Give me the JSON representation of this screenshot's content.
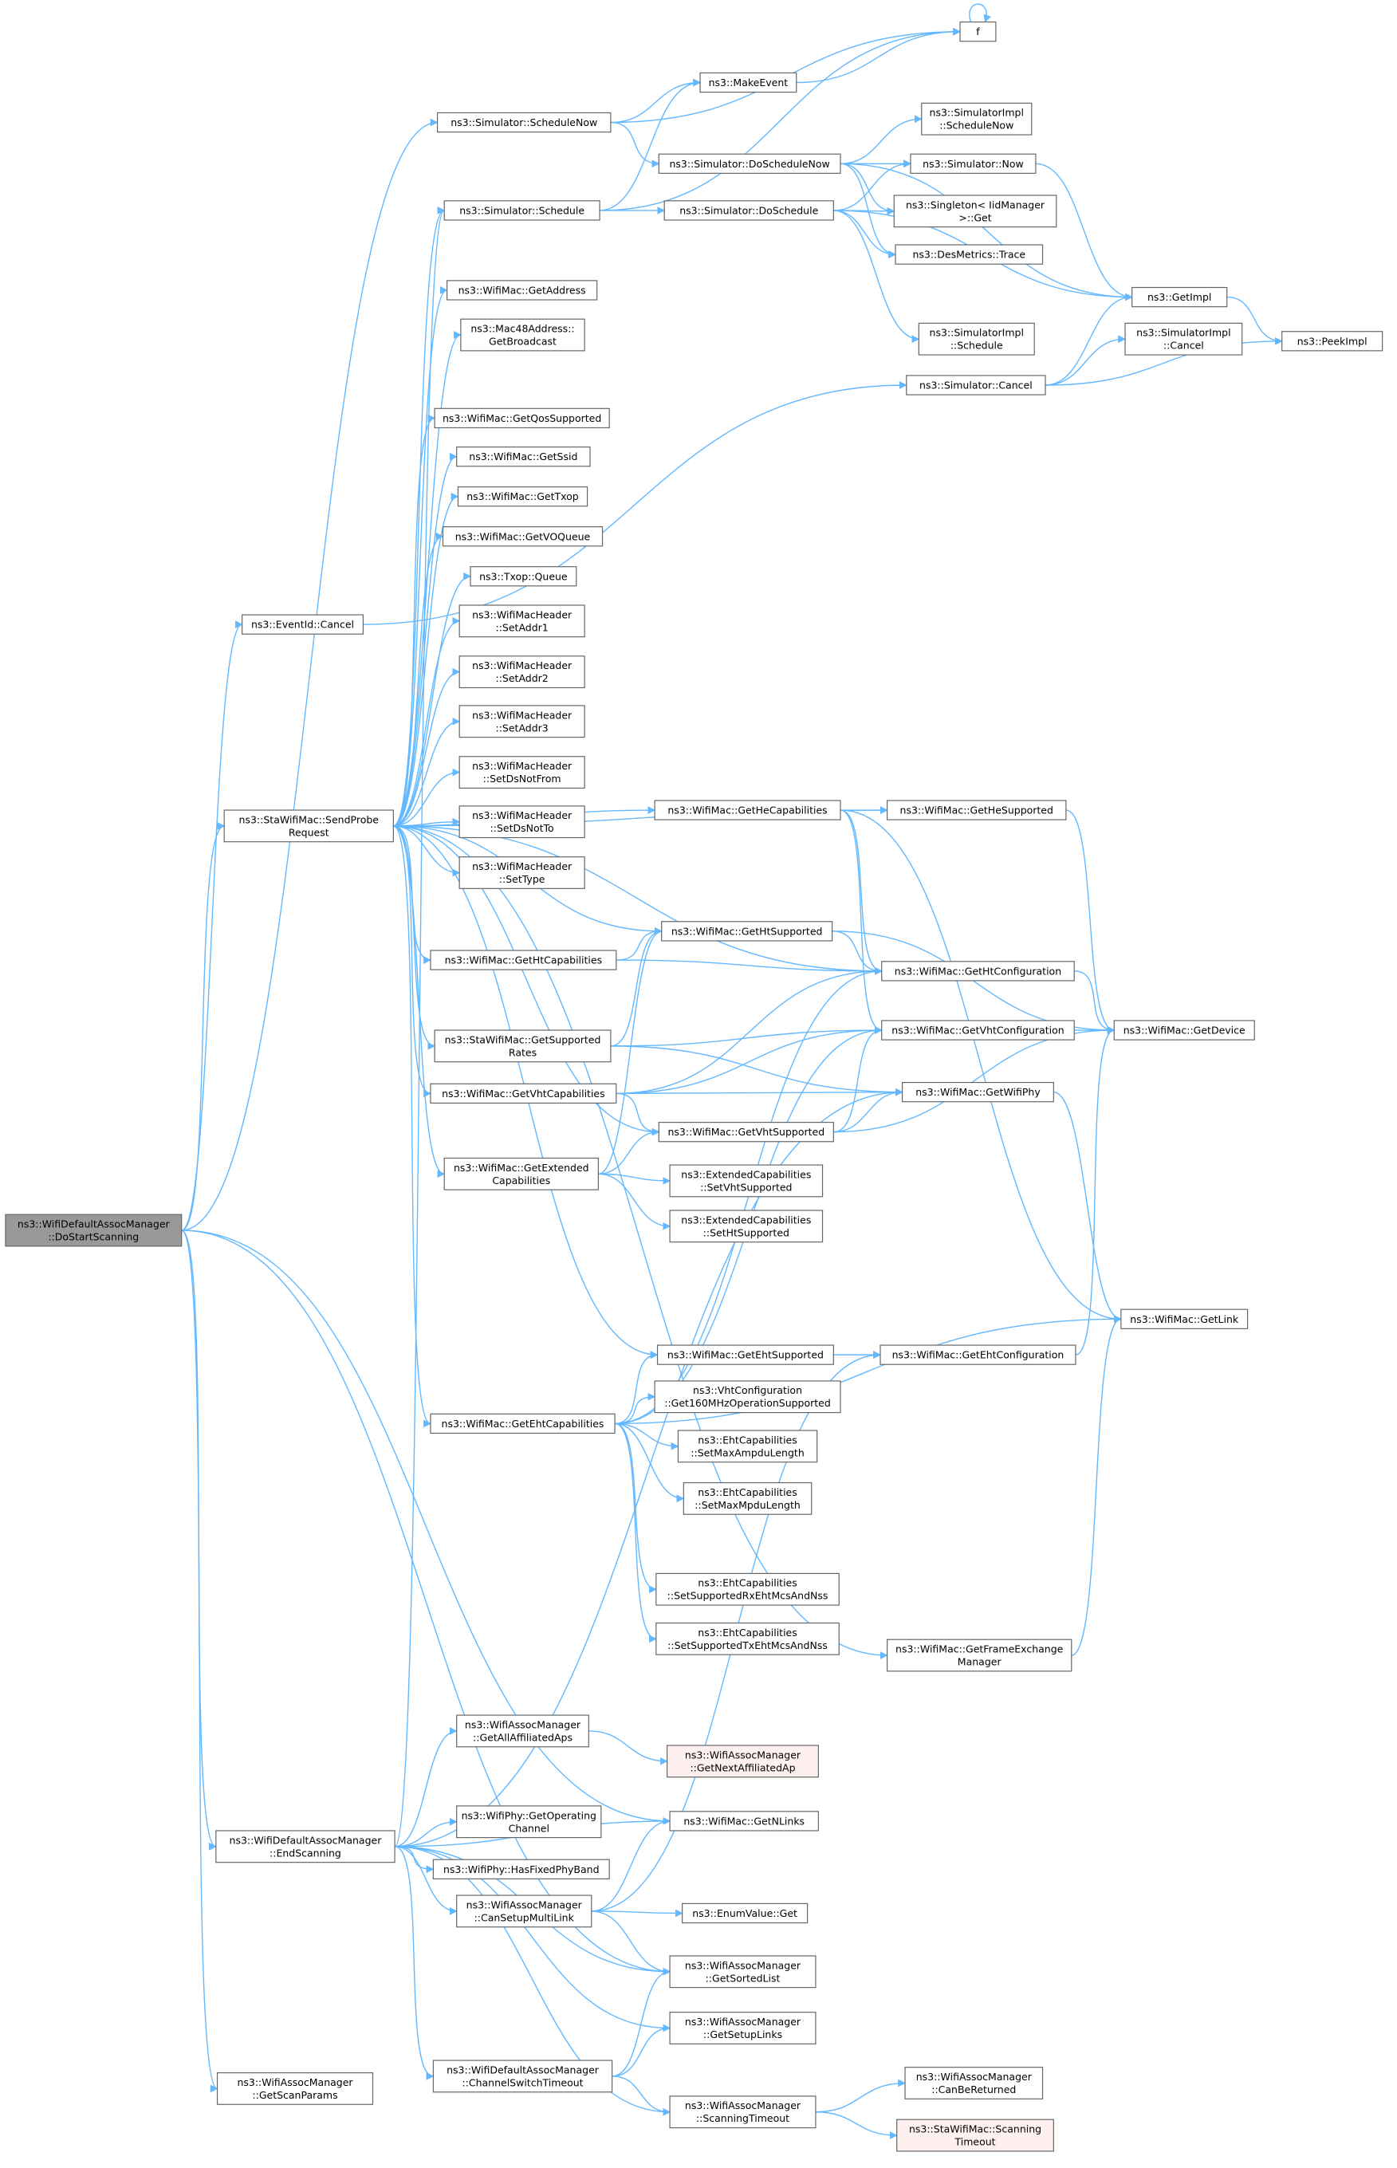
{
  "colors": {
    "edge": "#63b8ff",
    "node_fill": "#ffffff",
    "node_border": "#666666",
    "node_border_red": "#ff0000",
    "root_fill": "#999999",
    "truncated_fill": "#fff0f0"
  },
  "nodes": [
    {
      "id": "root",
      "lines": [
        "ns3::WifiDefaultAssocManager",
        "::DoStartScanning"
      ],
      "style": "root"
    },
    {
      "id": "schedNow",
      "lines": [
        "ns3::Simulator::ScheduleNow"
      ]
    },
    {
      "id": "eventCancel",
      "lines": [
        "ns3::EventId::Cancel"
      ]
    },
    {
      "id": "sendProbe",
      "lines": [
        "ns3::StaWifiMac::SendProbe",
        "Request"
      ]
    },
    {
      "id": "endScan",
      "lines": [
        "ns3::WifiDefaultAssocManager",
        "::EndScanning"
      ]
    },
    {
      "id": "getScanParams",
      "lines": [
        "ns3::WifiAssocManager",
        "::GetScanParams"
      ]
    },
    {
      "id": "f",
      "lines": [
        "f"
      ]
    },
    {
      "id": "makeEvent",
      "lines": [
        "ns3::MakeEvent"
      ]
    },
    {
      "id": "simSchedule",
      "lines": [
        "ns3::Simulator::Schedule"
      ]
    },
    {
      "id": "doScheduleNow",
      "lines": [
        "ns3::Simulator::DoScheduleNow"
      ]
    },
    {
      "id": "simImplSchedNow",
      "lines": [
        "ns3::SimulatorImpl",
        "::ScheduleNow"
      ]
    },
    {
      "id": "simNow",
      "lines": [
        "ns3::Simulator::Now"
      ],
      "style": "red"
    },
    {
      "id": "doSchedule",
      "lines": [
        "ns3::Simulator::DoSchedule"
      ]
    },
    {
      "id": "singleton",
      "lines": [
        "ns3::Singleton< IidManager",
        ">::Get"
      ]
    },
    {
      "id": "desTrace",
      "lines": [
        "ns3::DesMetrics::Trace"
      ],
      "style": "red"
    },
    {
      "id": "getImpl",
      "lines": [
        "ns3::GetImpl"
      ],
      "style": "red"
    },
    {
      "id": "simImplSchedule",
      "lines": [
        "ns3::SimulatorImpl",
        "::Schedule"
      ]
    },
    {
      "id": "simImplCancel",
      "lines": [
        "ns3::SimulatorImpl",
        "::Cancel"
      ]
    },
    {
      "id": "peekImpl",
      "lines": [
        "ns3::PeekImpl"
      ]
    },
    {
      "id": "simCancel",
      "lines": [
        "ns3::Simulator::Cancel"
      ]
    },
    {
      "id": "getAddress",
      "lines": [
        "ns3::WifiMac::GetAddress"
      ]
    },
    {
      "id": "getBroadcast",
      "lines": [
        "ns3::Mac48Address::",
        "GetBroadcast"
      ]
    },
    {
      "id": "getQos",
      "lines": [
        "ns3::WifiMac::GetQosSupported"
      ]
    },
    {
      "id": "getSsid",
      "lines": [
        "ns3::WifiMac::GetSsid"
      ]
    },
    {
      "id": "getTxop",
      "lines": [
        "ns3::WifiMac::GetTxop"
      ]
    },
    {
      "id": "getVOQueue",
      "lines": [
        "ns3::WifiMac::GetVOQueue"
      ],
      "style": "red"
    },
    {
      "id": "txopQueue",
      "lines": [
        "ns3::Txop::Queue"
      ]
    },
    {
      "id": "setAddr1",
      "lines": [
        "ns3::WifiMacHeader",
        "::SetAddr1"
      ]
    },
    {
      "id": "setAddr2",
      "lines": [
        "ns3::WifiMacHeader",
        "::SetAddr2"
      ]
    },
    {
      "id": "setAddr3",
      "lines": [
        "ns3::WifiMacHeader",
        "::SetAddr3"
      ]
    },
    {
      "id": "setDsNotFrom",
      "lines": [
        "ns3::WifiMacHeader",
        "::SetDsNotFrom"
      ]
    },
    {
      "id": "setDsNotTo",
      "lines": [
        "ns3::WifiMacHeader",
        "::SetDsNotTo"
      ]
    },
    {
      "id": "setType",
      "lines": [
        "ns3::WifiMacHeader",
        "::SetType"
      ]
    },
    {
      "id": "getHeCap",
      "lines": [
        "ns3::WifiMac::GetHeCapabilities"
      ],
      "style": "red"
    },
    {
      "id": "getHeSup",
      "lines": [
        "ns3::WifiMac::GetHeSupported"
      ],
      "style": "red"
    },
    {
      "id": "getHtCap",
      "lines": [
        "ns3::WifiMac::GetHtCapabilities"
      ],
      "style": "red"
    },
    {
      "id": "getHtSup",
      "lines": [
        "ns3::WifiMac::GetHtSupported"
      ]
    },
    {
      "id": "getHtConf",
      "lines": [
        "ns3::WifiMac::GetHtConfiguration"
      ],
      "style": "red"
    },
    {
      "id": "getSupRates",
      "lines": [
        "ns3::StaWifiMac::GetSupported",
        "Rates"
      ],
      "style": "red"
    },
    {
      "id": "getVhtConf",
      "lines": [
        "ns3::WifiMac::GetVhtConfiguration"
      ],
      "style": "red"
    },
    {
      "id": "getDevice",
      "lines": [
        "ns3::WifiMac::GetDevice"
      ]
    },
    {
      "id": "getVhtCap",
      "lines": [
        "ns3::WifiMac::GetVhtCapabilities"
      ],
      "style": "red"
    },
    {
      "id": "getWifiPhy",
      "lines": [
        "ns3::WifiMac::GetWifiPhy"
      ]
    },
    {
      "id": "getVhtSup",
      "lines": [
        "ns3::WifiMac::GetVhtSupported"
      ]
    },
    {
      "id": "getExtCap",
      "lines": [
        "ns3::WifiMac::GetExtended",
        "Capabilities"
      ]
    },
    {
      "id": "extSetVht",
      "lines": [
        "ns3::ExtendedCapabilities",
        "::SetVhtSupported"
      ]
    },
    {
      "id": "extSetHt",
      "lines": [
        "ns3::ExtendedCapabilities",
        "::SetHtSupported"
      ]
    },
    {
      "id": "getLink",
      "lines": [
        "ns3::WifiMac::GetLink"
      ]
    },
    {
      "id": "getEhtSup",
      "lines": [
        "ns3::WifiMac::GetEhtSupported"
      ]
    },
    {
      "id": "getEhtConf",
      "lines": [
        "ns3::WifiMac::GetEhtConfiguration"
      ],
      "style": "red"
    },
    {
      "id": "getEhtCap",
      "lines": [
        "ns3::WifiMac::GetEhtCapabilities"
      ]
    },
    {
      "id": "vhtGet160",
      "lines": [
        "ns3::VhtConfiguration",
        "::Get160MHzOperationSupported"
      ]
    },
    {
      "id": "ehtSetMaxAmpdu",
      "lines": [
        "ns3::EhtCapabilities",
        "::SetMaxAmpduLength"
      ]
    },
    {
      "id": "ehtSetMaxMpdu",
      "lines": [
        "ns3::EhtCapabilities",
        "::SetMaxMpduLength"
      ]
    },
    {
      "id": "ehtSetRx",
      "lines": [
        "ns3::EhtCapabilities",
        "::SetSupportedRxEhtMcsAndNss"
      ]
    },
    {
      "id": "ehtSetTx",
      "lines": [
        "ns3::EhtCapabilities",
        "::SetSupportedTxEhtMcsAndNss"
      ]
    },
    {
      "id": "getFEM",
      "lines": [
        "ns3::WifiMac::GetFrameExchange",
        "Manager"
      ]
    },
    {
      "id": "getAllAff",
      "lines": [
        "ns3::WifiAssocManager",
        "::GetAllAffiliatedAps"
      ]
    },
    {
      "id": "getNextAff",
      "lines": [
        "ns3::WifiAssocManager",
        "::GetNextAffiliatedAp"
      ],
      "style": "red-pink"
    },
    {
      "id": "getOpCh",
      "lines": [
        "ns3::WifiPhy::GetOperating",
        "Channel"
      ]
    },
    {
      "id": "getNLinks",
      "lines": [
        "ns3::WifiMac::GetNLinks"
      ]
    },
    {
      "id": "hasFixed",
      "lines": [
        "ns3::WifiPhy::HasFixedPhyBand"
      ]
    },
    {
      "id": "canSetup",
      "lines": [
        "ns3::WifiAssocManager",
        "::CanSetupMultiLink"
      ]
    },
    {
      "id": "enumGet",
      "lines": [
        "ns3::EnumValue::Get"
      ]
    },
    {
      "id": "getSorted",
      "lines": [
        "ns3::WifiAssocManager",
        "::GetSortedList"
      ]
    },
    {
      "id": "getSetupLinks",
      "lines": [
        "ns3::WifiAssocManager",
        "::GetSetupLinks"
      ]
    },
    {
      "id": "chSwitch",
      "lines": [
        "ns3::WifiDefaultAssocManager",
        "::ChannelSwitchTimeout"
      ]
    },
    {
      "id": "scanTimeout",
      "lines": [
        "ns3::WifiAssocManager",
        "::ScanningTimeout"
      ]
    },
    {
      "id": "canBeRet",
      "lines": [
        "ns3::WifiAssocManager",
        "::CanBeReturned"
      ]
    },
    {
      "id": "staScanTimeout",
      "lines": [
        "ns3::StaWifiMac::Scanning",
        "Timeout"
      ],
      "style": "red-pink"
    }
  ],
  "edges": [
    [
      "root",
      "schedNow"
    ],
    [
      "root",
      "eventCancel"
    ],
    [
      "root",
      "sendProbe"
    ],
    [
      "root",
      "endScan"
    ],
    [
      "root",
      "getScanParams"
    ],
    [
      "root",
      "getNLinks"
    ],
    [
      "root",
      "getSorted"
    ],
    [
      "schedNow",
      "makeEvent"
    ],
    [
      "schedNow",
      "doScheduleNow"
    ],
    [
      "schedNow",
      "f"
    ],
    [
      "makeEvent",
      "f"
    ],
    [
      "f",
      "f"
    ],
    [
      "simSchedule",
      "makeEvent"
    ],
    [
      "simSchedule",
      "doSchedule"
    ],
    [
      "simSchedule",
      "f"
    ],
    [
      "doScheduleNow",
      "simImplSchedNow"
    ],
    [
      "doScheduleNow",
      "simNow"
    ],
    [
      "doScheduleNow",
      "singleton"
    ],
    [
      "doScheduleNow",
      "desTrace"
    ],
    [
      "doScheduleNow",
      "getImpl"
    ],
    [
      "doSchedule",
      "simNow"
    ],
    [
      "doSchedule",
      "singleton"
    ],
    [
      "doSchedule",
      "desTrace"
    ],
    [
      "doSchedule",
      "getImpl"
    ],
    [
      "doSchedule",
      "simImplSchedule"
    ],
    [
      "simNow",
      "getImpl"
    ],
    [
      "getImpl",
      "peekImpl"
    ],
    [
      "simCancel",
      "getImpl"
    ],
    [
      "simCancel",
      "simImplCancel"
    ],
    [
      "simCancel",
      "peekImpl"
    ],
    [
      "eventCancel",
      "simCancel"
    ],
    [
      "sendProbe",
      "simSchedule"
    ],
    [
      "sendProbe",
      "getAddress"
    ],
    [
      "sendProbe",
      "getBroadcast"
    ],
    [
      "sendProbe",
      "getQos"
    ],
    [
      "sendProbe",
      "getSsid"
    ],
    [
      "sendProbe",
      "getTxop"
    ],
    [
      "sendProbe",
      "getVOQueue"
    ],
    [
      "sendProbe",
      "txopQueue"
    ],
    [
      "sendProbe",
      "setAddr1"
    ],
    [
      "sendProbe",
      "setAddr2"
    ],
    [
      "sendProbe",
      "setAddr3"
    ],
    [
      "sendProbe",
      "setDsNotFrom"
    ],
    [
      "sendProbe",
      "setDsNotTo"
    ],
    [
      "sendProbe",
      "setType"
    ],
    [
      "sendProbe",
      "getHeCap"
    ],
    [
      "sendProbe",
      "getHeSup"
    ],
    [
      "sendProbe",
      "getHtCap"
    ],
    [
      "sendProbe",
      "getHtSup"
    ],
    [
      "sendProbe",
      "getHtConf"
    ],
    [
      "sendProbe",
      "getSupRates"
    ],
    [
      "sendProbe",
      "getVhtCap"
    ],
    [
      "sendProbe",
      "getVhtSup"
    ],
    [
      "sendProbe",
      "getExtCap"
    ],
    [
      "sendProbe",
      "getEhtSup"
    ],
    [
      "sendProbe",
      "getEhtCap"
    ],
    [
      "sendProbe",
      "getFEM"
    ],
    [
      "getHeCap",
      "getHeSup"
    ],
    [
      "getHeCap",
      "getHtConf"
    ],
    [
      "getHeCap",
      "getVhtConf"
    ],
    [
      "getHeCap",
      "getLink"
    ],
    [
      "getHeSup",
      "getDevice"
    ],
    [
      "getHtCap",
      "getHtSup"
    ],
    [
      "getHtCap",
      "getHtConf"
    ],
    [
      "getHtSup",
      "getHtConf"
    ],
    [
      "getHtSup",
      "getDevice"
    ],
    [
      "getHtConf",
      "getDevice"
    ],
    [
      "getVhtConf",
      "getDevice"
    ],
    [
      "getSupRates",
      "getHtSup"
    ],
    [
      "getSupRates",
      "getVhtConf"
    ],
    [
      "getSupRates",
      "getWifiPhy"
    ],
    [
      "getVhtCap",
      "getHtConf"
    ],
    [
      "getVhtCap",
      "getVhtConf"
    ],
    [
      "getVhtCap",
      "getWifiPhy"
    ],
    [
      "getVhtCap",
      "getVhtSup"
    ],
    [
      "getVhtSup",
      "getVhtConf"
    ],
    [
      "getVhtSup",
      "getWifiPhy"
    ],
    [
      "getVhtSup",
      "getDevice"
    ],
    [
      "getWifiPhy",
      "getLink"
    ],
    [
      "getExtCap",
      "getHtSup"
    ],
    [
      "getExtCap",
      "getVhtSup"
    ],
    [
      "getExtCap",
      "extSetVht"
    ],
    [
      "getExtCap",
      "extSetHt"
    ],
    [
      "getEhtSup",
      "getEhtConf"
    ],
    [
      "getEhtConf",
      "getDevice"
    ],
    [
      "getEhtCap",
      "getEhtSup"
    ],
    [
      "getEhtCap",
      "getHtConf"
    ],
    [
      "getEhtCap",
      "getVhtConf"
    ],
    [
      "getEhtCap",
      "vhtGet160"
    ],
    [
      "getEhtCap",
      "ehtSetMaxAmpdu"
    ],
    [
      "getEhtCap",
      "ehtSetMaxMpdu"
    ],
    [
      "getEhtCap",
      "ehtSetRx"
    ],
    [
      "getEhtCap",
      "ehtSetTx"
    ],
    [
      "getEhtCap",
      "getLink"
    ],
    [
      "getFEM",
      "getLink"
    ],
    [
      "endScan",
      "simSchedule"
    ],
    [
      "endScan",
      "getWifiPhy"
    ],
    [
      "endScan",
      "getAllAff"
    ],
    [
      "endScan",
      "getOpCh"
    ],
    [
      "endScan",
      "getNLinks"
    ],
    [
      "endScan",
      "hasFixed"
    ],
    [
      "endScan",
      "canSetup"
    ],
    [
      "endScan",
      "getSorted"
    ],
    [
      "endScan",
      "getSetupLinks"
    ],
    [
      "endScan",
      "chSwitch"
    ],
    [
      "endScan",
      "scanTimeout"
    ],
    [
      "getAllAff",
      "getNextAff"
    ],
    [
      "canSetup",
      "getNLinks"
    ],
    [
      "canSetup",
      "getEhtConf"
    ],
    [
      "canSetup",
      "enumGet"
    ],
    [
      "canSetup",
      "getSorted"
    ],
    [
      "chSwitch",
      "getSorted"
    ],
    [
      "chSwitch",
      "getSetupLinks"
    ],
    [
      "chSwitch",
      "scanTimeout"
    ],
    [
      "scanTimeout",
      "canBeRet"
    ],
    [
      "scanTimeout",
      "staScanTimeout"
    ]
  ]
}
